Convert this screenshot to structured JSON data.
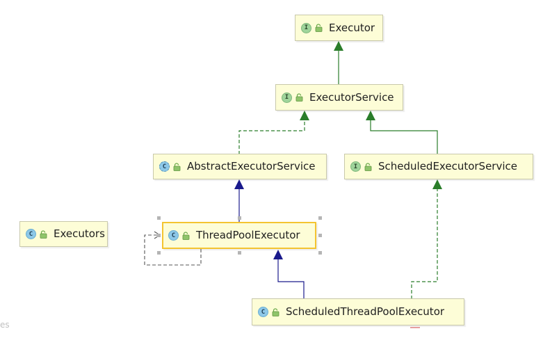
{
  "diagram": {
    "nodes": {
      "executor": {
        "label": "Executor",
        "kind": "I",
        "kind_type": "interface"
      },
      "executor_service": {
        "label": "ExecutorService",
        "kind": "I",
        "kind_type": "interface"
      },
      "abstract_executor_service": {
        "label": "AbstractExecutorService",
        "kind": "C",
        "kind_type": "abstract"
      },
      "scheduled_executor_service": {
        "label": "ScheduledExecutorService",
        "kind": "I",
        "kind_type": "interface"
      },
      "executors": {
        "label": "Executors",
        "kind": "C",
        "kind_type": "class"
      },
      "thread_pool_executor": {
        "label": "ThreadPoolExecutor",
        "kind": "C",
        "kind_type": "class",
        "selected": true
      },
      "scheduled_thread_pool_executor": {
        "label": "ScheduledThreadPoolExecutor",
        "kind": "C",
        "kind_type": "class"
      }
    },
    "edges": [
      {
        "from": "executor_service",
        "to": "executor",
        "style": "extends-interface"
      },
      {
        "from": "abstract_executor_service",
        "to": "executor_service",
        "style": "implements"
      },
      {
        "from": "scheduled_executor_service",
        "to": "executor_service",
        "style": "extends-interface"
      },
      {
        "from": "thread_pool_executor",
        "to": "abstract_executor_service",
        "style": "extends-class"
      },
      {
        "from": "scheduled_thread_pool_executor",
        "to": "thread_pool_executor",
        "style": "extends-class"
      },
      {
        "from": "scheduled_thread_pool_executor",
        "to": "scheduled_executor_service",
        "style": "implements"
      },
      {
        "from": "thread_pool_executor",
        "to": "thread_pool_executor",
        "style": "self-dependency"
      }
    ],
    "colors": {
      "interface_arrow": "#2a7d2a",
      "class_arrow": "#1a1a8c",
      "dependency_arrow": "#555555",
      "node_fill": "#fdfdd7",
      "selection": "#f4c430"
    },
    "edge_fragment_text": "es"
  }
}
